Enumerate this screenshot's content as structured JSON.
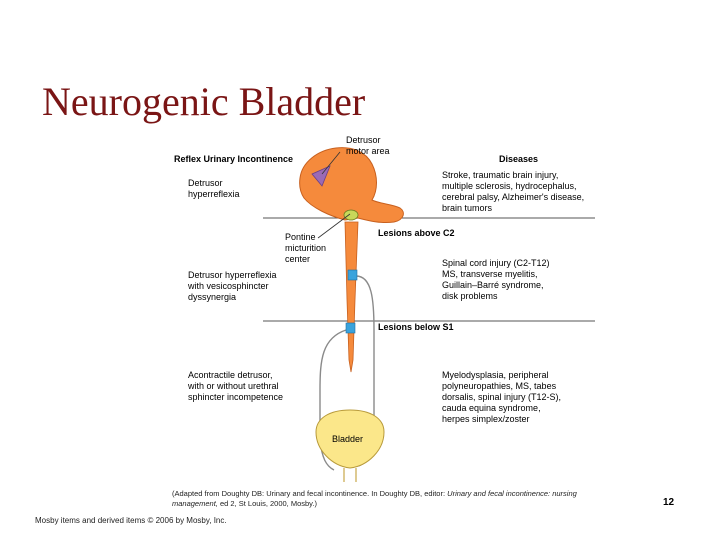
{
  "slide": {
    "title": "Neurogenic Bladder",
    "page_number": "12",
    "copyright": "Mosby items and derived items © 2006 by Mosby, Inc."
  },
  "diagram": {
    "heading_left": "Reflex Urinary Incontinence",
    "heading_right": "Diseases",
    "detrusor_motor_area": "Detrusor\nmotor area",
    "pontine_center": "Pontine\nmicturition\ncenter",
    "lesions_above": "Lesions above C2",
    "lesions_below": "Lesions below S1",
    "bladder": "Bladder",
    "left_1": "Detrusor\nhyperreflexia",
    "left_2": "Detrusor hyperreflexia\nwith vesicosphincter\ndyssynergia",
    "left_3": "Acontractile detrusor,\nwith or without urethral\nsphincter incompetence",
    "right_1": "Stroke, traumatic brain injury,\nmultiple sclerosis, hydrocephalus,\ncerebral palsy, Alzheimer's disease,\nbrain tumors",
    "right_2": "Spinal cord injury (C2-T12)\nMS, transverse myelitis,\nGuillain–Barré syndrome,\ndisk problems",
    "right_3": "Myelodysplasia, peripheral\npolyneuropathies, MS, tabes\ndorsalis, spinal injury (T12-S),\ncauda equina syndrome,\nherpes simplex/zoster",
    "colors": {
      "brain": "#f58a3c",
      "brain_dark": "#c8601e",
      "motor_area": "#9b6ab5",
      "pons": "#c8d85a",
      "spinal_marker": "#3aa3dc",
      "bladder": "#fbe78a",
      "title": "#7a1515"
    }
  },
  "caption": {
    "part1": "(Adapted from Doughty DB: Urinary and fecal incontinence. In Doughty DB, editor: ",
    "italic1": "Urinary and fecal incontinence: nursing",
    "italic2": "management,",
    "part2": " ed 2, St Louis, 2000, Mosby.)"
  }
}
